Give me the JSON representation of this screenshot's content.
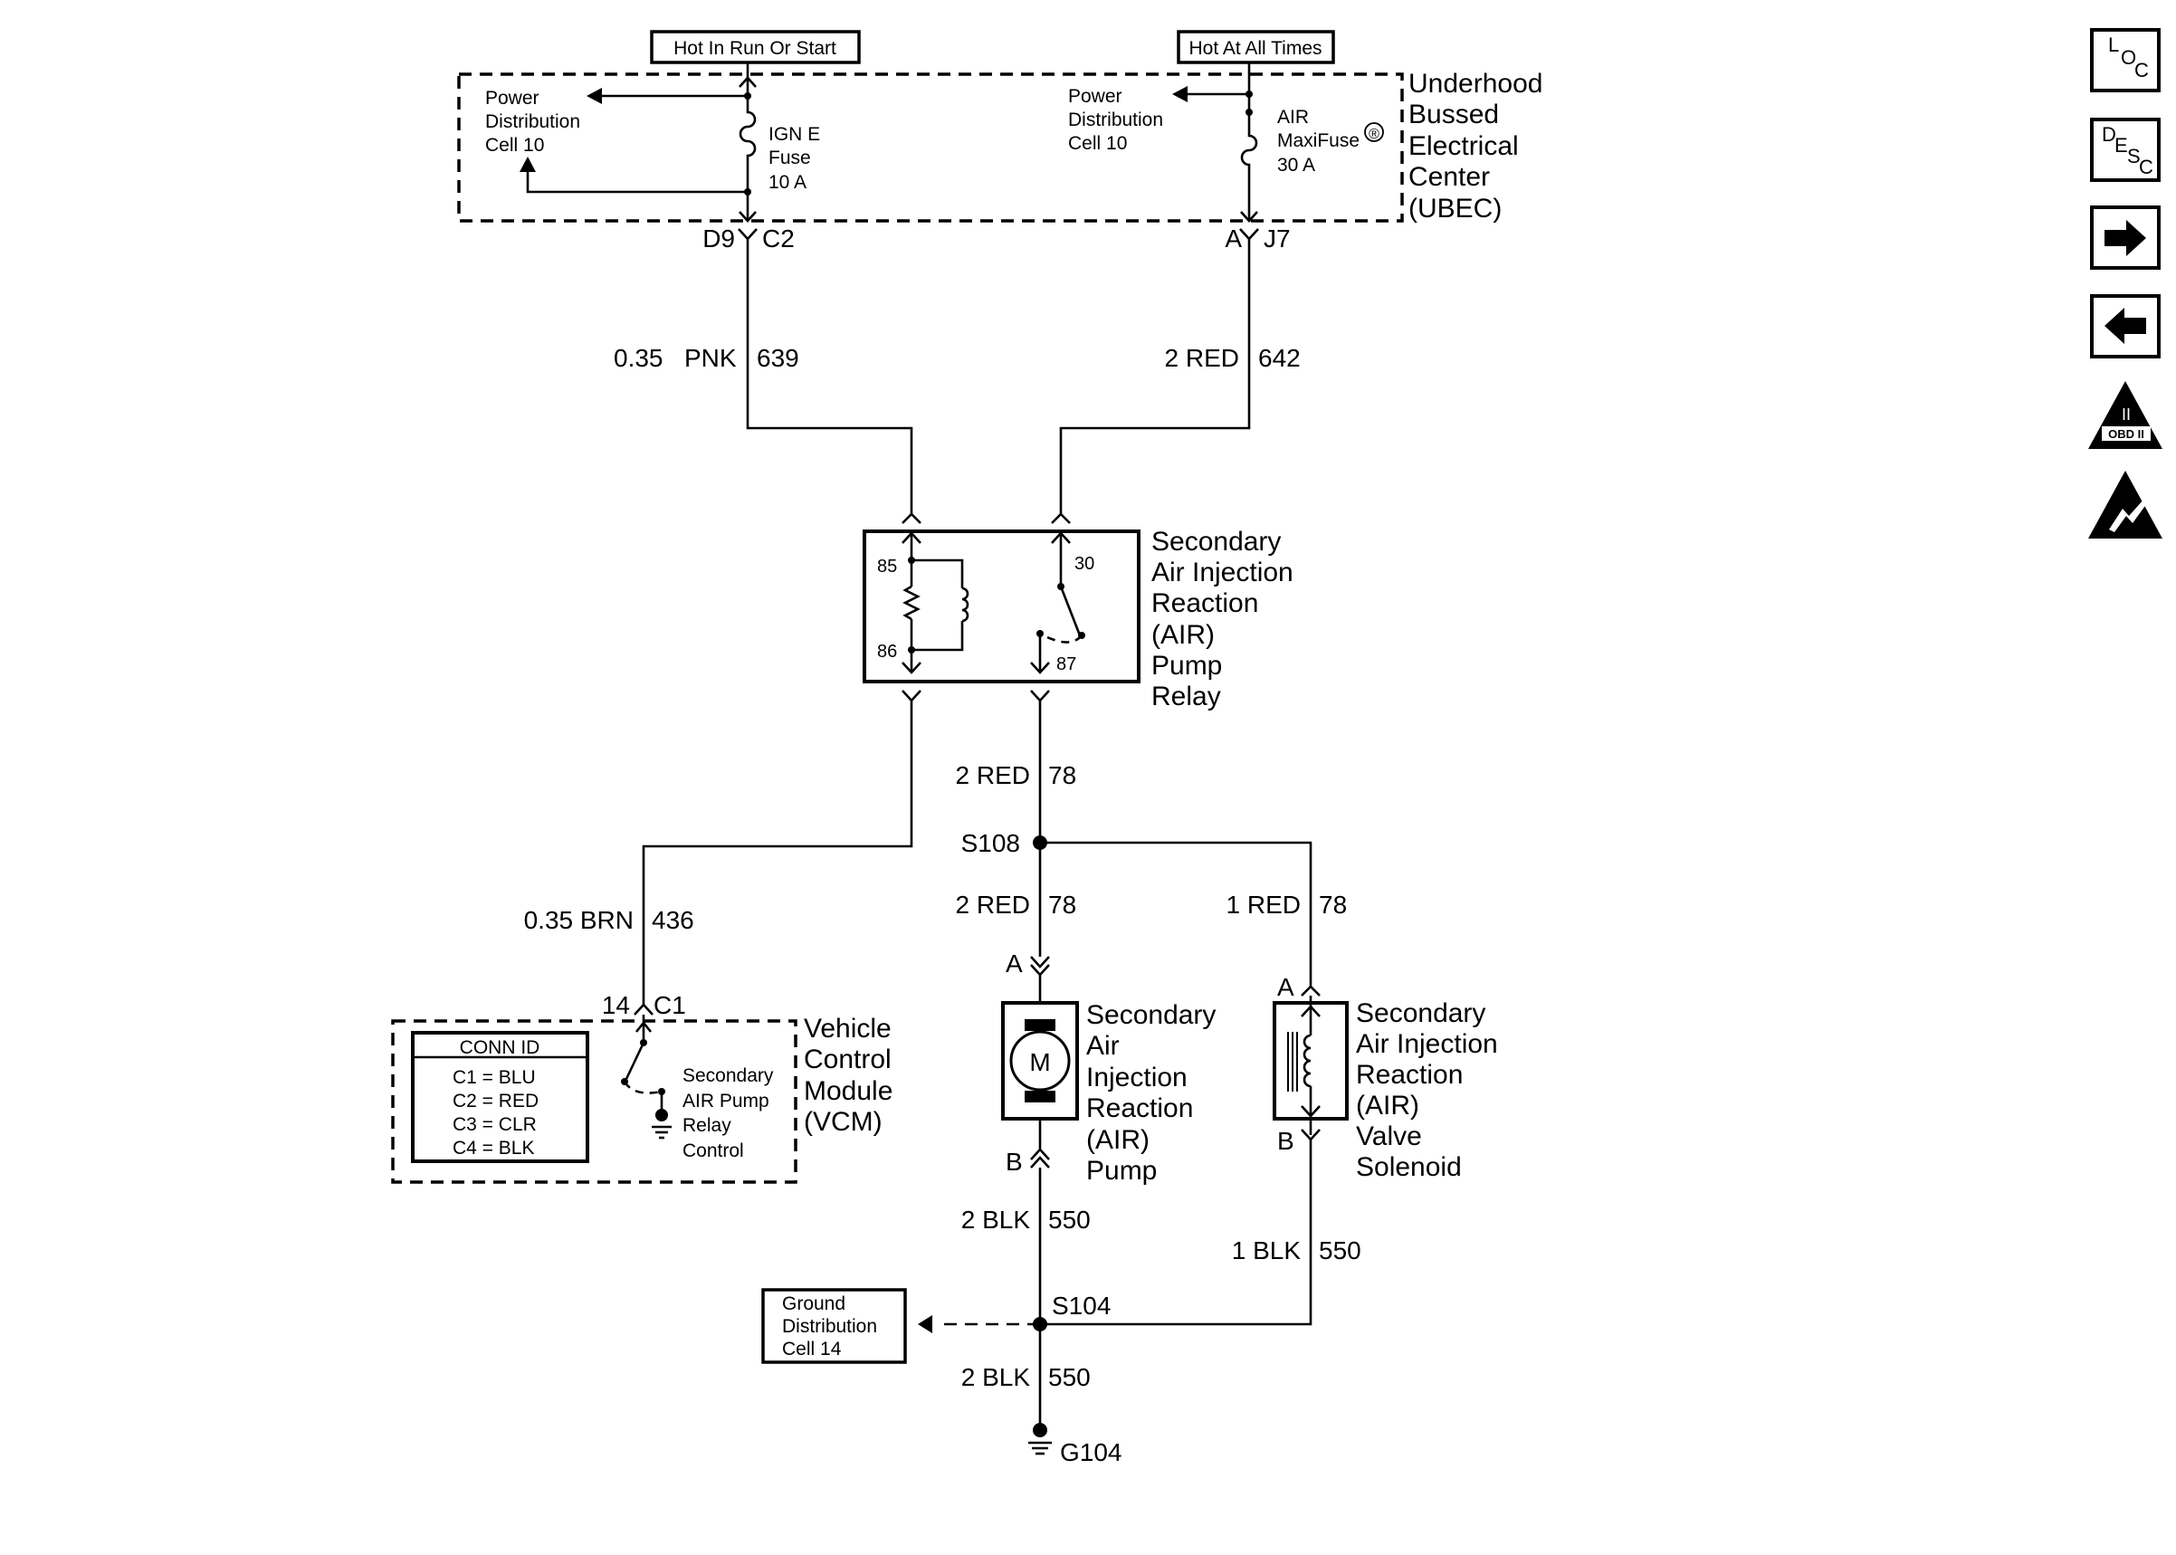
{
  "header": {
    "hot_run": "Hot In Run Or Start",
    "hot_all": "Hot At All Times"
  },
  "ubec": {
    "title": [
      "Underhood",
      "Bussed",
      "Electrical",
      "Center",
      "(UBEC)"
    ],
    "pd_left": [
      "Power",
      "Distribution",
      "Cell 10"
    ],
    "pd_right": [
      "Power",
      "Distribution",
      "Cell 10"
    ],
    "fuse_ign": [
      "IGN E",
      "Fuse",
      "10 A"
    ],
    "fuse_air_line1": "AIR",
    "fuse_air_line2": "MaxiFuse",
    "fuse_air_mark": "®",
    "fuse_air_line3": "30 A",
    "conn_d9": "D9",
    "conn_c2": "C2",
    "conn_a": "A",
    "conn_j7": "J7"
  },
  "wires": {
    "w639_gauge": "0.35",
    "w639_color": "PNK",
    "w639_circuit": "639",
    "w642_gauge_color": "2 RED",
    "w642_circuit": "642",
    "w78a_label": "2 RED",
    "w78a_circuit": "78",
    "w78b_label": "2 RED",
    "w78b_circuit": "78",
    "w78c_label": "1 RED",
    "w78c_circuit": "78",
    "w436_label": "0.35 BRN",
    "w436_circuit": "436",
    "w550a_label": "2 BLK",
    "w550a_circuit": "550",
    "w550b_label": "1 BLK",
    "w550b_circuit": "550",
    "w550c_label": "2 BLK",
    "w550c_circuit": "550"
  },
  "relay": {
    "title": [
      "Secondary",
      "Air Injection",
      "Reaction",
      "(AIR)",
      "Pump",
      "Relay"
    ],
    "pin85": "85",
    "pin86": "86",
    "pin30": "30",
    "pin87": "87"
  },
  "splices": {
    "s108": "S108",
    "s104": "S104",
    "g104": "G104"
  },
  "pump": {
    "title": [
      "Secondary",
      "Air",
      "Injection",
      "Reaction",
      "(AIR)",
      "Pump"
    ],
    "motor": "M",
    "pin_a": "A",
    "pin_b": "B"
  },
  "solenoid": {
    "title": [
      "Secondary",
      "Air Injection",
      "Reaction",
      "(AIR)",
      "Valve",
      "Solenoid"
    ],
    "pin_a": "A",
    "pin_b": "B"
  },
  "vcm": {
    "title": [
      "Vehicle",
      "Control",
      "Module",
      "(VCM)"
    ],
    "conn_pin": "14",
    "conn_id": "C1",
    "conn_header": "CONN ID",
    "conn_list": [
      "C1 = BLU",
      "C2 = RED",
      "C3 = CLR",
      "C4 = BLK"
    ],
    "switch_label": [
      "Secondary",
      "AIR Pump",
      "Relay",
      "Control"
    ]
  },
  "ground_dist": [
    "Ground",
    "Distribution",
    "Cell 14"
  ],
  "nav": {
    "loc_letters": [
      "L",
      "O",
      "C"
    ],
    "desc_letters": [
      "D",
      "E",
      "S",
      "C"
    ],
    "obd_label": "OBD II",
    "obd_mark": "II"
  },
  "colors": {
    "line": "#000000",
    "background": "#ffffff"
  }
}
